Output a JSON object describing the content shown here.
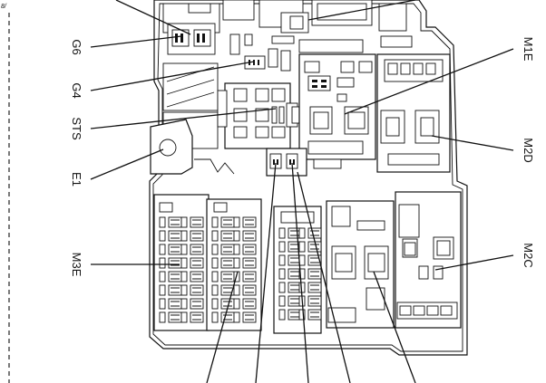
{
  "diagram": {
    "corner_mark": "8/",
    "labels": {
      "g6": "G6",
      "g4": "G4",
      "sts": "STS",
      "e1": "E1",
      "m3e": "M3E",
      "m1e": "M1E",
      "m2d": "M2D",
      "m2c": "M2C"
    },
    "colors": {
      "line": "#111111",
      "background": "#ffffff"
    }
  }
}
